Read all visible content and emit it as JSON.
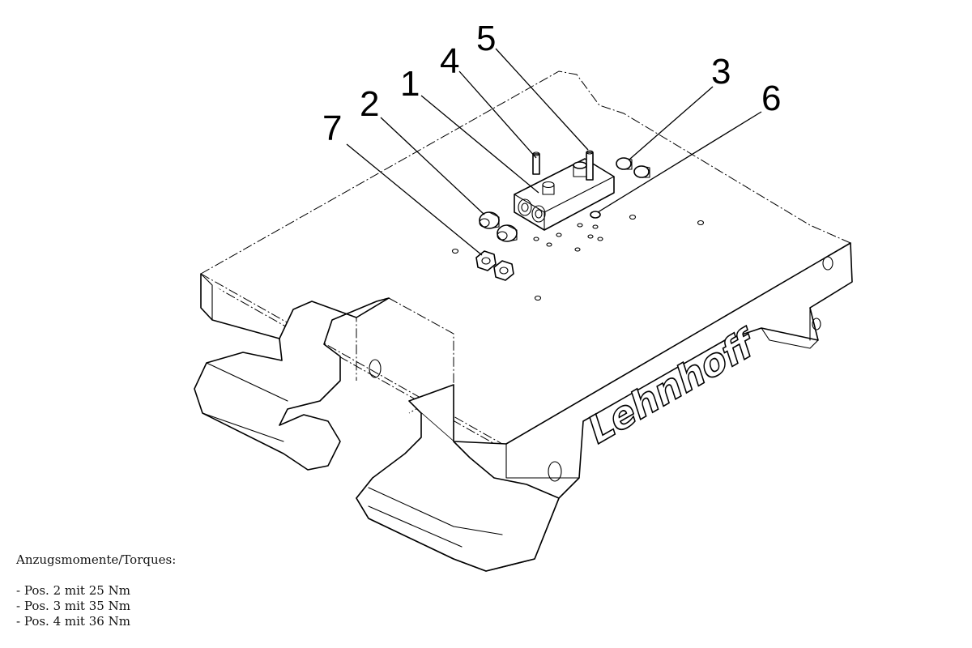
{
  "brand": "Lehnhoff",
  "callouts": [
    "1",
    "2",
    "3",
    "4",
    "5",
    "6",
    "7"
  ],
  "notes": {
    "title": "Anzugsmomente/Torques:",
    "lines": [
      "- Pos. 2 mit 25 Nm",
      "- Pos. 3 mit 35 Nm",
      "- Pos. 4 mit 36 Nm"
    ]
  }
}
